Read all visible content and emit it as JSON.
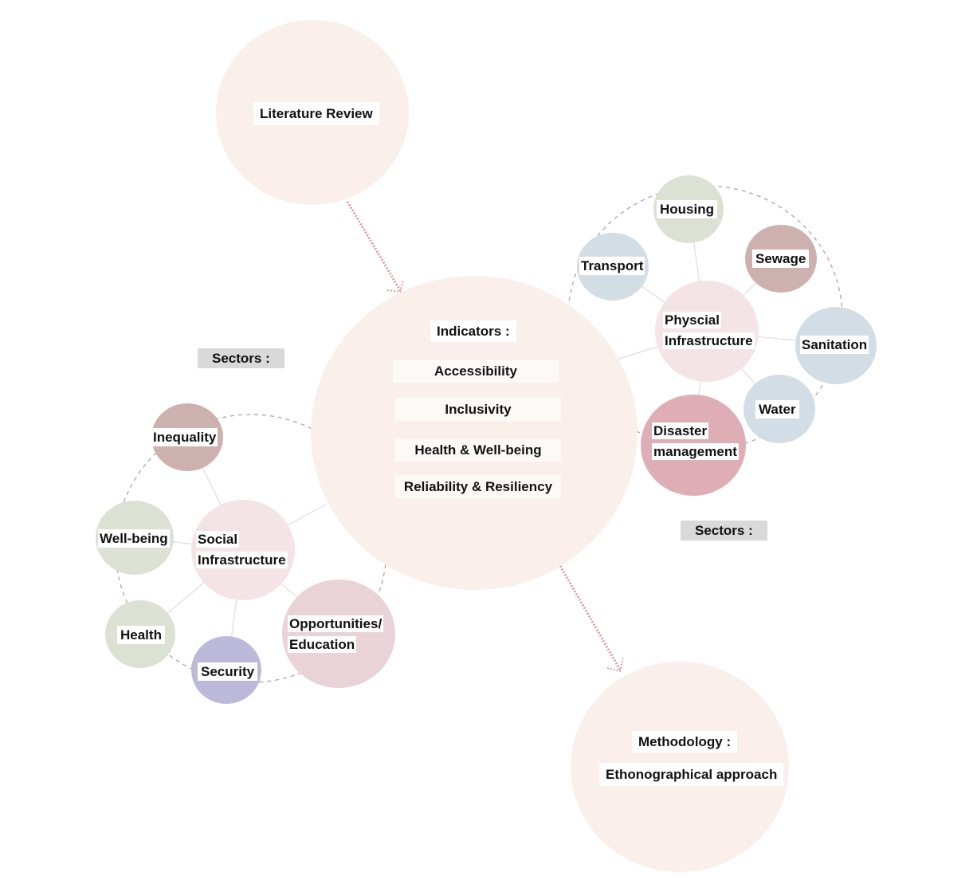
{
  "top": {
    "label": "Literature Review"
  },
  "center": {
    "heading": "Indicators :",
    "items": [
      "Accessibility",
      "Inclusivity",
      "Health & Well-being",
      "Reliability & Resiliency"
    ]
  },
  "bottom": {
    "heading": "Methodology :",
    "label": "Ethonographical approach"
  },
  "left_cluster": {
    "sectors_label": "Sectors :",
    "hub_line1": "Social",
    "hub_line2": "Infrastructure",
    "nodes": {
      "inequality": "Inequality",
      "wellbeing": "Well-being",
      "health": "Health",
      "security": "Security",
      "opportunities_line1": "Opportunities/",
      "opportunities_line2": "Education"
    }
  },
  "right_cluster": {
    "sectors_label": "Sectors :",
    "hub_line1": "Physcial",
    "hub_line2": "Infrastructure",
    "nodes": {
      "housing": "Housing",
      "transport": "Transport",
      "sewage": "Sewage",
      "sanitation": "Sanitation",
      "water": "Water",
      "disaster_line1": "Disaster",
      "disaster_line2": "management"
    }
  },
  "colors": {
    "main_circle": "#fbefec",
    "hub": "#f4e4e7",
    "mauve": "#cdb1ae",
    "sage": "#dbe2d4",
    "blue": "#d3dde6",
    "purple": "#bcb9da",
    "pink": "#ead3d8",
    "rose": "#deadb6",
    "arrow": "#d89aa2"
  }
}
